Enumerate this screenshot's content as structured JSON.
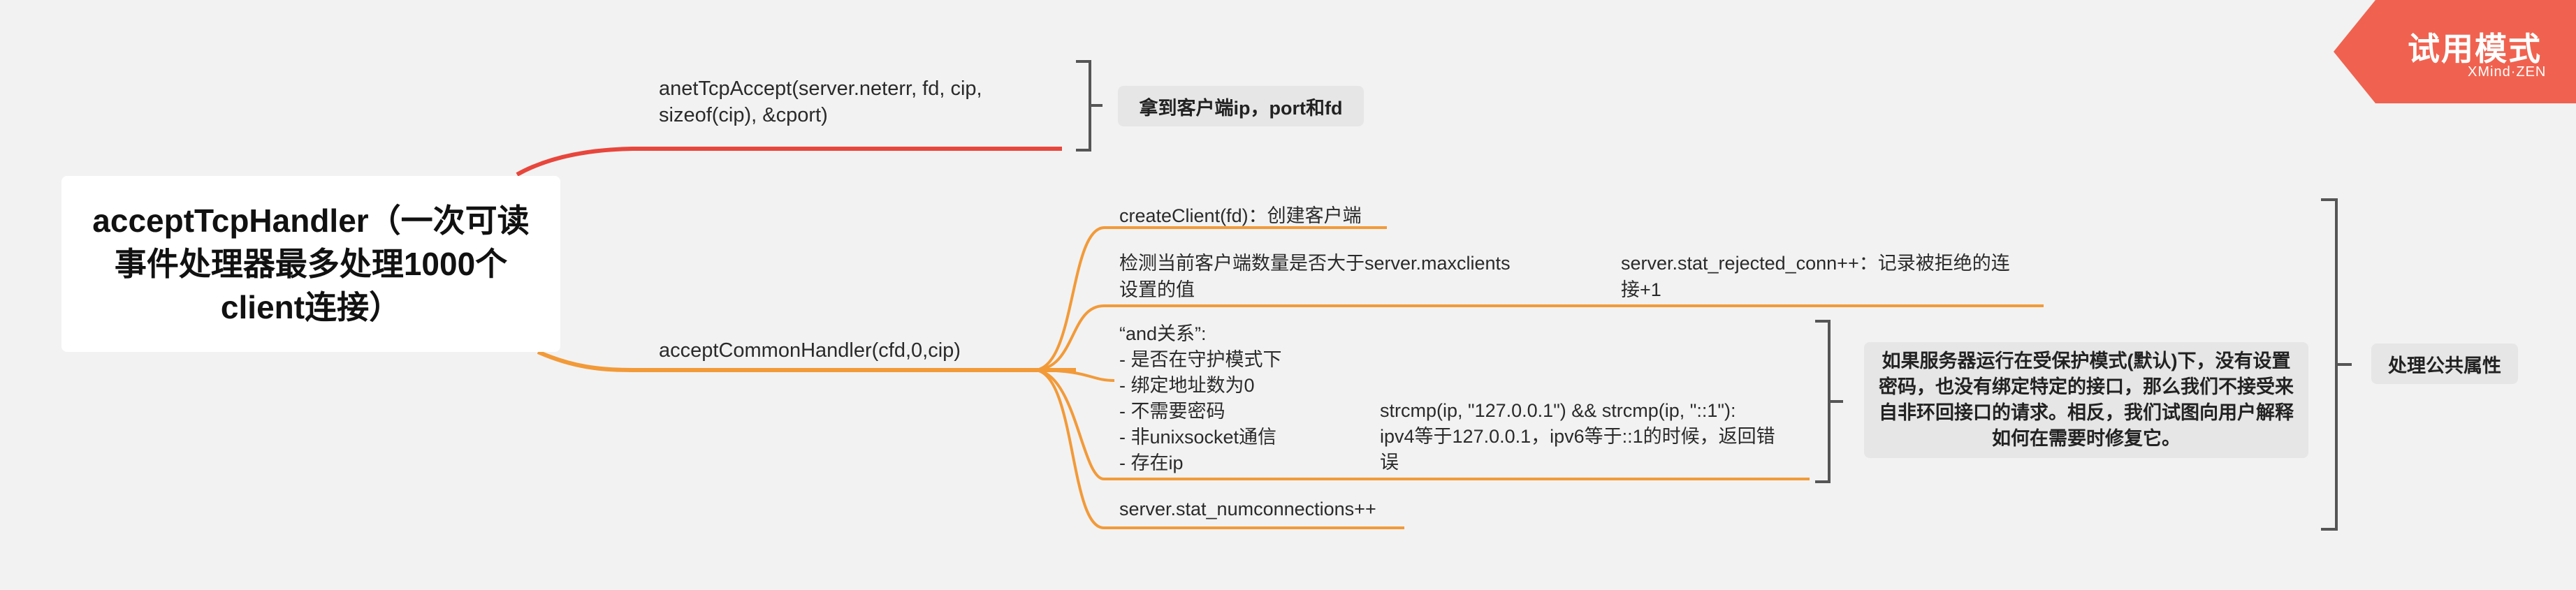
{
  "root": {
    "label": "acceptTcpHandler（一次可读事件处理器最多处理1000个client连接）"
  },
  "branch1": {
    "label": "anetTcpAccept(server.neterr, fd, cip,\nsizeof(cip), &cport)",
    "summary": "拿到客户端ip，port和fd"
  },
  "branch2": {
    "label": "acceptCommonHandler(cfd,0,cip)",
    "children": {
      "create_client": "createClient(fd)：创建客户端",
      "check_max": "检测当前客户端数量是否大于server.maxclients\n设置的值",
      "rejected": "server.stat_rejected_conn++：记录被拒绝的连\n接+1",
      "and_relation": "“and关系”:\n- 是否在守护模式下\n- 绑定地址数为0\n- 不需要密码\n- 非unixsocket通信\n- 存在ip",
      "strcmp": "strcmp(ip, \"127.0.0.1\") && strcmp(ip, \"::1\"):\nipv4等于127.0.0.1，ipv6等于::1的时候，返回错\n误",
      "numconnections": "server.stat_numconnections++"
    },
    "protected_mode_summary": "如果服务器运行在受保护模式(默认)下，没有设置密码，也没有绑定特定的接口，那么我们不接受来自非环回接口的请求。相反，我们试图向用户解释如何在需要时修复它。",
    "common_summary": "处理公共属性"
  },
  "watermark": {
    "title": "试用模式",
    "subtitle": "XMind·ZEN"
  },
  "colors": {
    "branch1": "#e8463c",
    "branch2": "#f29a38",
    "callout_bg": "#e6e6e6",
    "watermark": "#f0624f"
  }
}
